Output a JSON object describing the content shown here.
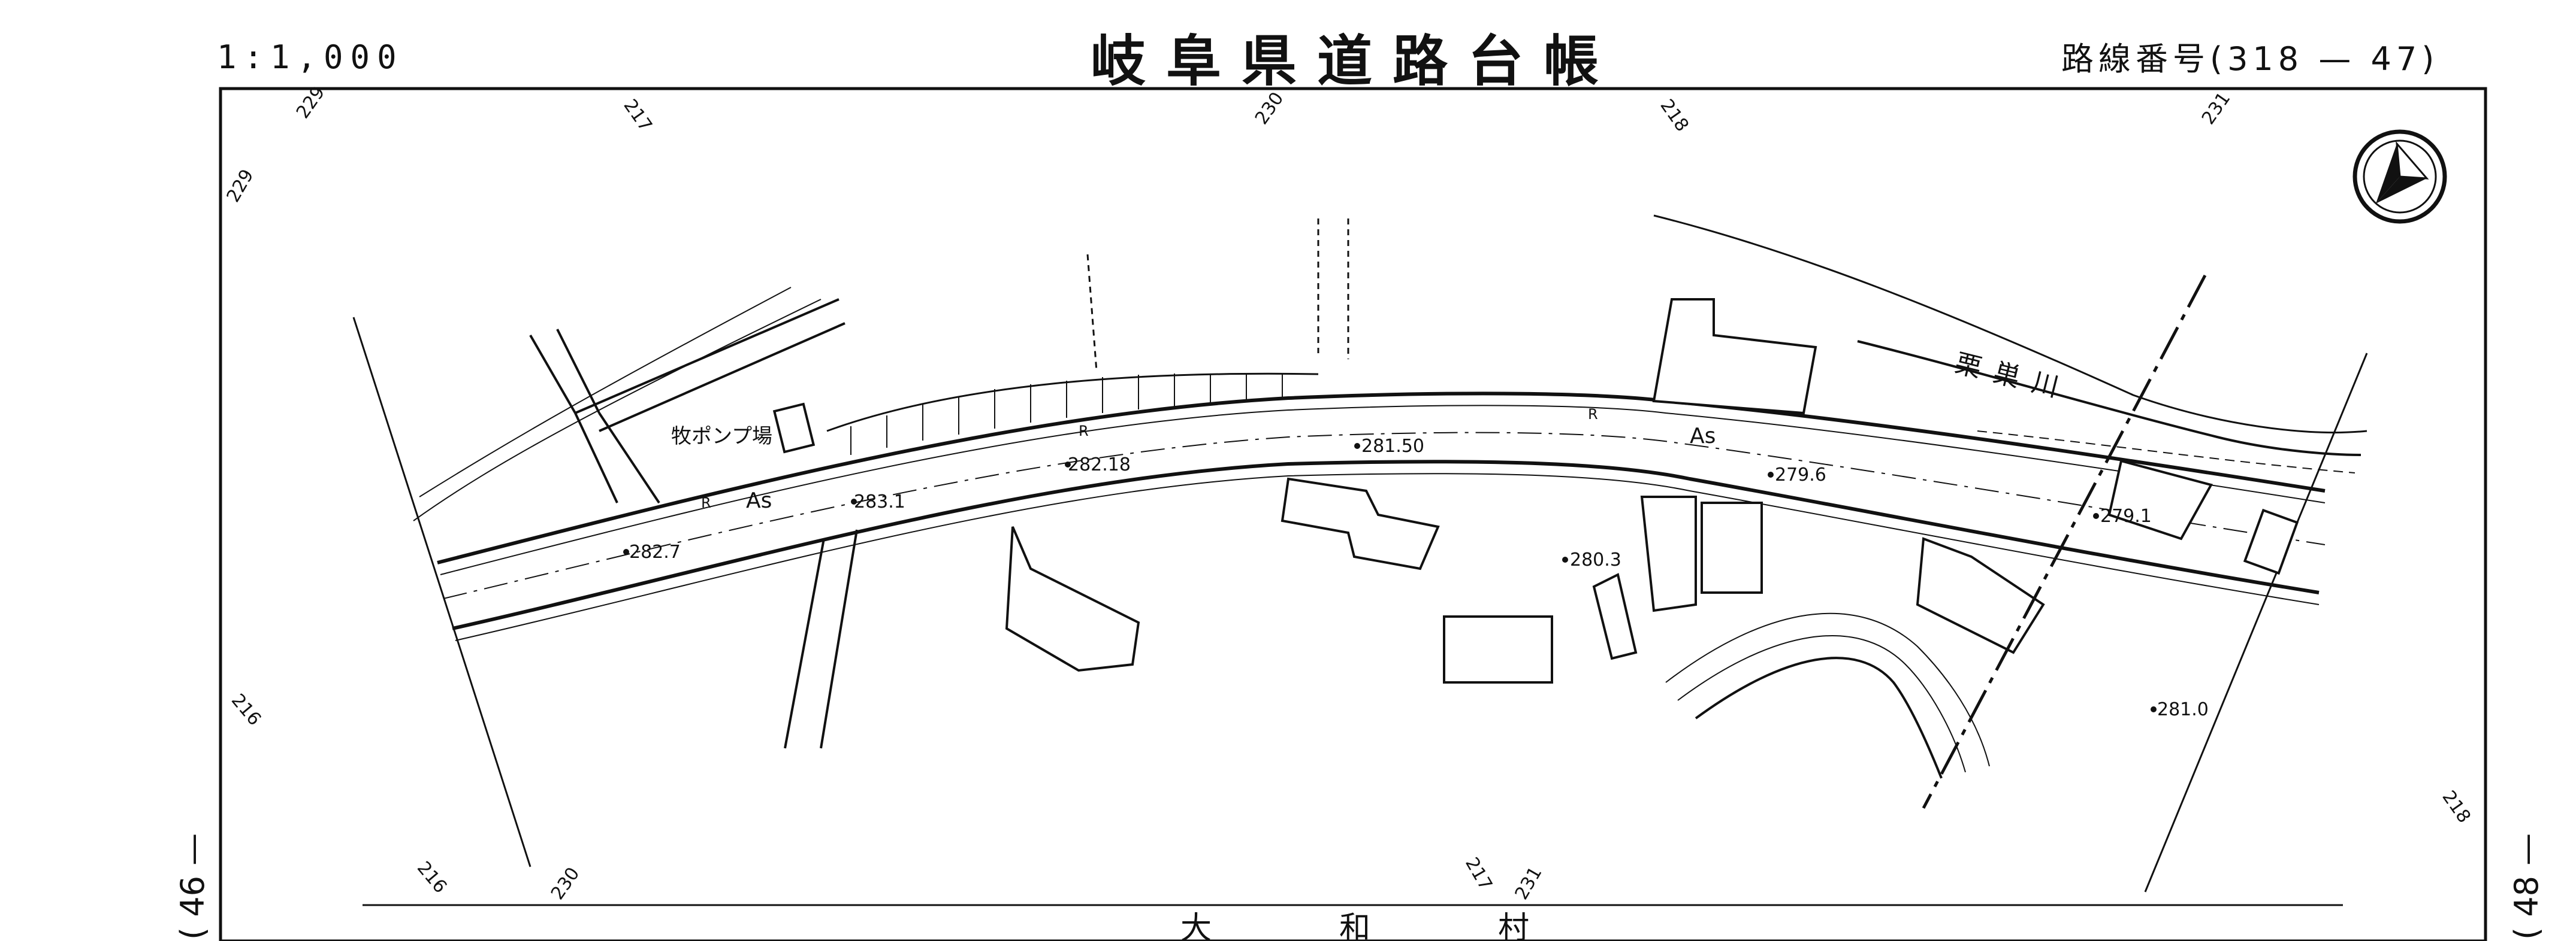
{
  "header": {
    "scale": "1:1,000",
    "title": "岐阜県道路台帳",
    "route_label": "路線番号",
    "route_open": "(",
    "route_number": "318 — 47",
    "route_close": ")"
  },
  "sheets": {
    "left": "(  46  —",
    "right": "(  48  —"
  },
  "map": {
    "village": [
      "大",
      "和",
      "村"
    ],
    "river": "栗巣川",
    "facility": "牧ポンプ場",
    "surface": "As",
    "edge_marks": [
      "R",
      "R",
      "R"
    ],
    "elevations": [
      "282.7",
      "283.1",
      "282.18",
      "281.50",
      "280.3",
      "279.6",
      "279.1",
      "281.0"
    ],
    "grid_refs": [
      "229",
      "229",
      "217",
      "230",
      "218",
      "231",
      "216",
      "216",
      "230",
      "217",
      "231",
      "218"
    ]
  },
  "colors": {
    "ink": "#111111",
    "paper": "#ffffff"
  },
  "icons": {
    "north_arrow": "north-arrow-icon"
  }
}
